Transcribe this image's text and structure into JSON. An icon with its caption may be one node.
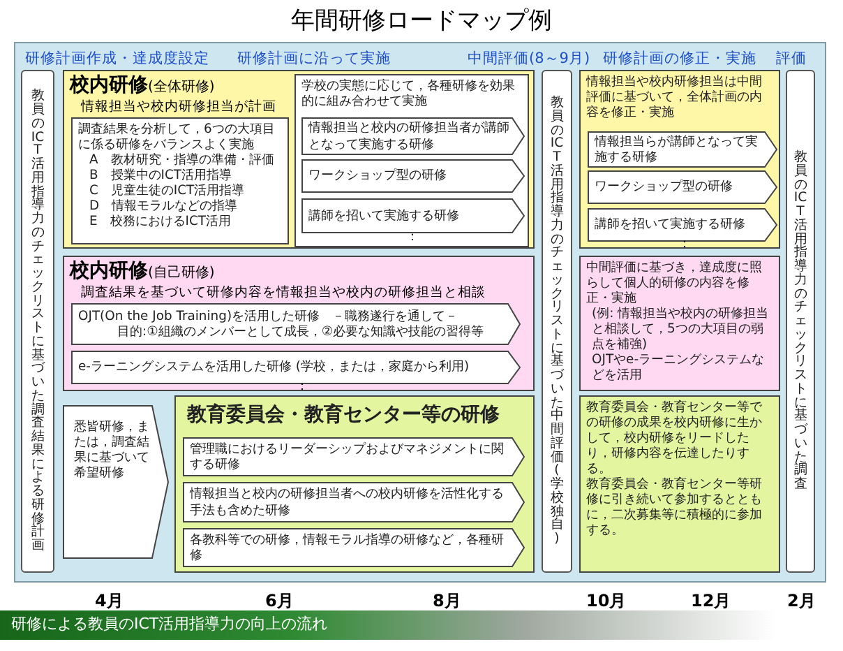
{
  "diagram": {
    "title": "年間研修ロードマップ例",
    "nodes": [
      {
        "text": [
          "教員のICT活用指導力のチェックリストに基づいた調査結果による研修計画"
        ]
      },
      {
        "text": [
          "**校内研修**(全体研修)",
          "情報担当や校内研修担当が計画"
        ]
      },
      {
        "text": [
          "調査結果を分析して，6つの大項目に係る研修をバランスよく実施",
          "A　教材研究・指導の準備・評価",
          "B　授業中のICT活用指導",
          "C　児童生徒のICT活用指導",
          "D　情報モラルなどの指導",
          "E　校務におけるICT活用"
        ],
        "in": 1
      },
      {
        "text": [
          "学校の実態に応じて，各種研修を効果的に組み合わせて実施"
        ],
        "in": 1
      },
      {
        "text": [
          "情報担当と校内の研修担当者が講師となって実施する研修"
        ],
        "in": 3
      },
      {
        "text": [
          "ワークショップ型の研修"
        ],
        "in": 3
      },
      {
        "text": [
          "講師を招いて実施する研修"
        ],
        "in": 3
      },
      {
        "text": [
          "教員のICT活用指導力のチェックリストに基づいた中間評価(学校独自)"
        ]
      },
      {
        "text": [
          "情報担当や校内研修担当は中間評価に基づいて，全体計画の内容を修正・実施"
        ]
      },
      {
        "text": [
          "情報担当らが講師となって実施する研修"
        ],
        "in": 8
      },
      {
        "text": [
          "ワークショップ型の研修"
        ],
        "in": 8
      },
      {
        "text": [
          "講師を招いて実施する研修"
        ],
        "in": 8
      },
      {
        "text": [
          "教員のICT活用指導力のチェックリストに基づいた調査"
        ]
      },
      {
        "text": [
          "**校内研修**(自己研修)",
          "調査結果を基づいて研修内容を情報担当や校内の研修担当と相談"
        ]
      },
      {
        "text": [
          "OJT(On the Job Training)を活用した研修　－職務遂行を通して－",
          "目的:①組織のメンバーとして成長，②必要な知識や技能の習得等"
        ],
        "in": 13
      },
      {
        "text": [
          "e-ラーニングシステムを活用した研修 (学校，または，家庭から利用)"
        ],
        "in": 13
      },
      {
        "text": [
          "中間評価に基づき，達成度に照らして個人的研修の内容を修正・実施",
          "(例: 情報担当や校内の研修担当と相談して，5つの大項目の弱点を補強)",
          "OJTやe-ラーニングシステムなどを活用"
        ]
      },
      {
        "text": [
          "悉皆研修，または，調査結果に基づいて希望研修"
        ]
      },
      {
        "text": [
          "教育委員会・教育センター等の研修"
        ]
      },
      {
        "text": [
          "管理職におけるリーダーシップおよびマネジメントに関する研修"
        ],
        "in": 18
      },
      {
        "text": [
          "情報担当と校内の研修担当者への校内研修を活性化する手法も含めた研修"
        ],
        "in": 18
      },
      {
        "text": [
          "各教科等での研修，情報モラル指導の研修など，各種研修"
        ],
        "in": 18
      },
      {
        "text": [
          "教育委員会・教育センター等での研修の成果を校内研修に生かして，校内研修をリードしたり，研修内容を伝達したりする。",
          "教育委員会・教育センター等研修に引き続いて参加するとともに，二次募集等に積極的に参加する。"
        ]
      },
      {
        "text": [
          "研修による教員のICT活用指導力の向上の流れ"
        ]
      }
    ],
    "labels": [
      "研修計画作成・達成度設定",
      "研修計画に沿って実施",
      "中間評価(8～9月)",
      "研修計画の修正・実施",
      "評価",
      "：",
      "：",
      "：",
      "4月",
      "6月",
      "8月",
      "10月",
      "12月",
      "2月"
    ]
  }
}
